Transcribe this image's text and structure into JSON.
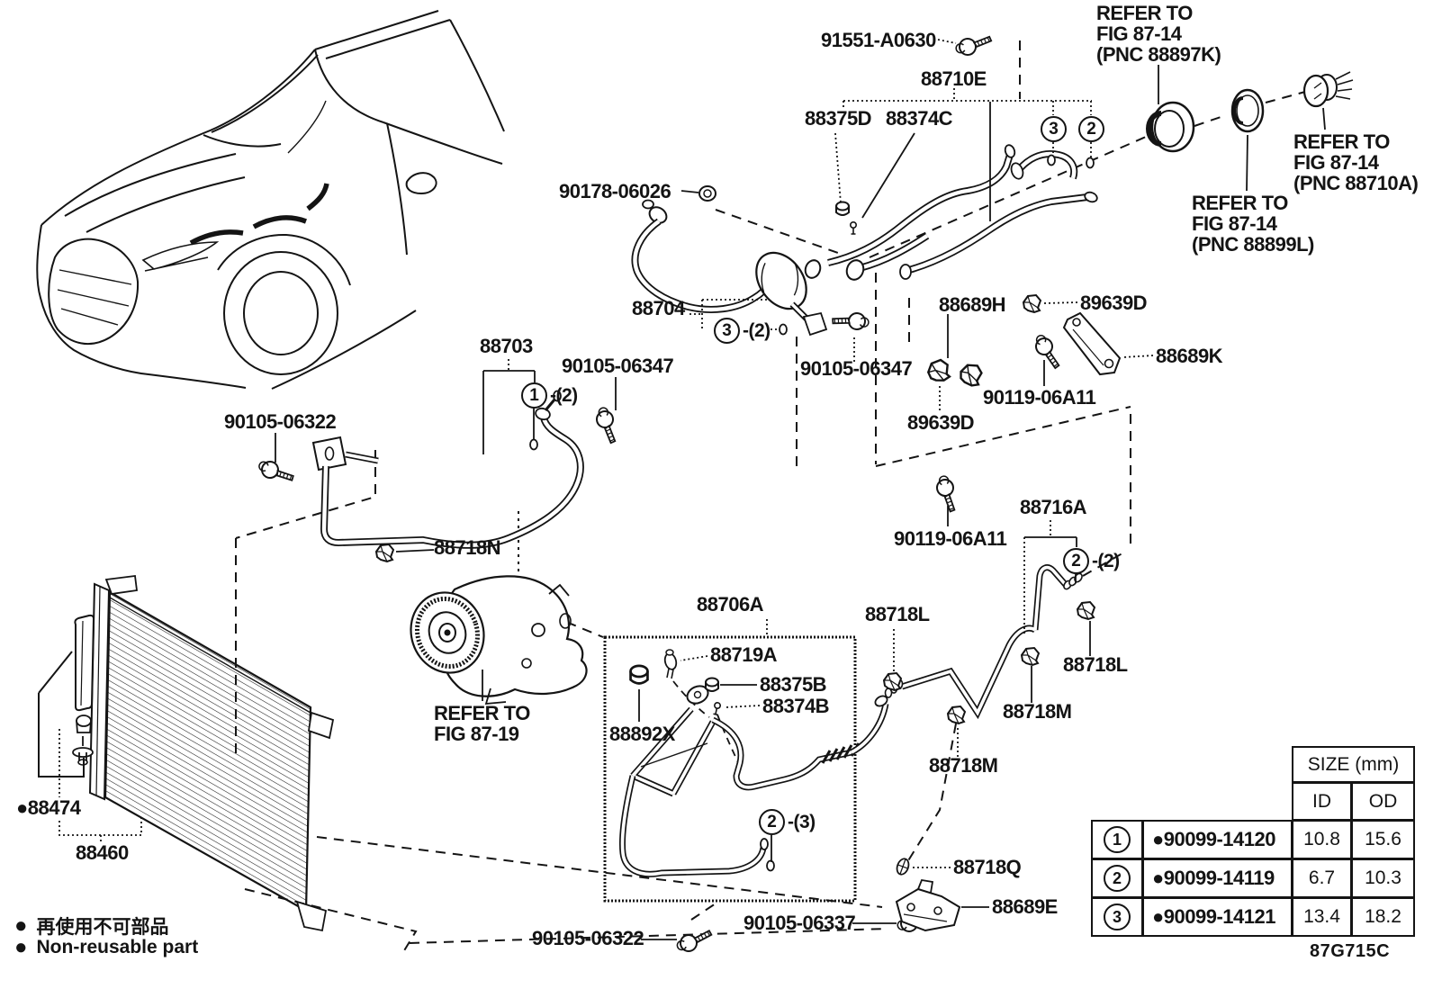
{
  "labels": {
    "p91551": "91551-A0630",
    "p88710E": "88710E",
    "p88375D": "88375D",
    "p88374C": "88374C",
    "note_88897K": "REFER TO\nFIG 87-14\n(PNC 88897K)",
    "note_88710A": "REFER TO\nFIG 87-14\n(PNC 88710A)",
    "note_88899L": "REFER TO\nFIG 87-14\n(PNC 88899L)",
    "note_fig8719": "REFER TO\nFIG 87-19",
    "p90178": "90178-06026",
    "p88704": "88704",
    "p88703": "88703",
    "p90105_06347_l": "90105-06347",
    "p90105_06347_r": "90105-06347",
    "p90105_06322_t": "90105-06322",
    "p90105_06322_b": "90105-06322",
    "p90105_06337": "90105-06337",
    "p89639D_t": "89639D",
    "p89639D_b": "89639D",
    "p88689H": "88689H",
    "p88689K": "88689K",
    "p88689E": "88689E",
    "p90119_t": "90119-06A11",
    "p90119_b": "90119-06A11",
    "p88716A": "88716A",
    "p88718N": "88718N",
    "p88706A": "88706A",
    "p88719A": "88719A",
    "p88375B": "88375B",
    "p88374B": "88374B",
    "p88892X": "88892X",
    "p88718L_l": "88718L",
    "p88718L_r": "88718L",
    "p88718M_t": "88718M",
    "p88718M_b": "88718M",
    "p88718Q": "88718Q",
    "p88474": "●88474",
    "p88460": "88460"
  },
  "callouts": {
    "c3_top": {
      "num": "3"
    },
    "c2_top": {
      "num": "2"
    },
    "c1_88703": {
      "num": "1",
      "qty": "-(2)"
    },
    "c3_88704": {
      "num": "3",
      "qty": "-(2)"
    },
    "c2_88716": {
      "num": "2",
      "qty": "-(2)"
    },
    "c2_88706": {
      "num": "2",
      "qty": "-(3)"
    }
  },
  "table": {
    "size_header": "SIZE (mm)",
    "col_id": "ID",
    "col_od": "OD",
    "rows": [
      {
        "num": "1",
        "part": "●90099-14120",
        "id": "10.8",
        "od": "15.6"
      },
      {
        "num": "2",
        "part": "●90099-14119",
        "id": "6.7",
        "od": "10.3"
      },
      {
        "num": "3",
        "part": "●90099-14121",
        "id": "13.4",
        "od": "18.2"
      }
    ]
  },
  "legend": {
    "bullet": "●",
    "jp": "再使用不可部品",
    "en": "Non-reusable part"
  },
  "diagram_code": "87G715C",
  "ink_color": "#141414"
}
